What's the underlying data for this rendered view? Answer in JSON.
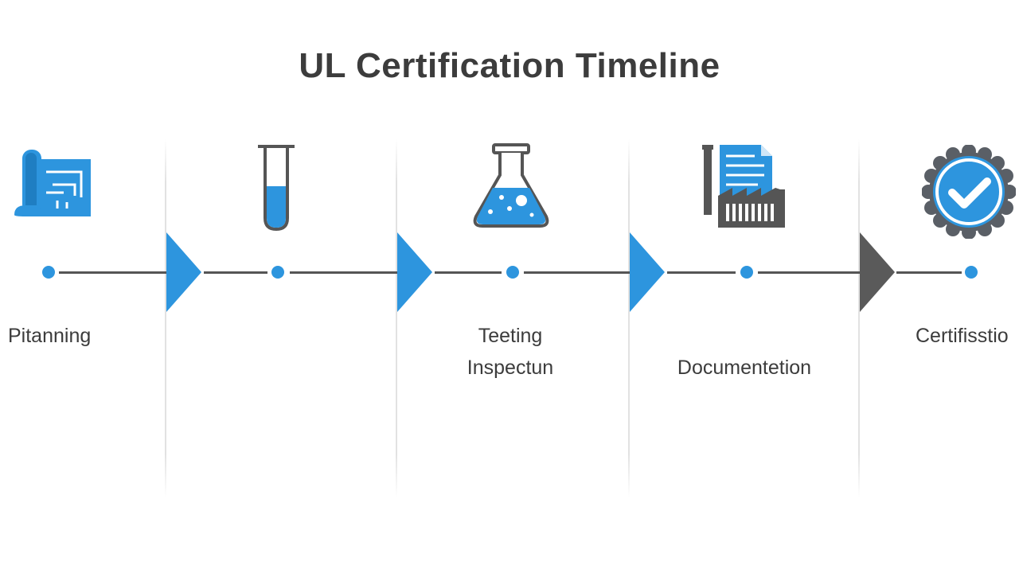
{
  "title": "UL Certification Timeline",
  "colors": {
    "accent": "#2d95de",
    "dark": "#555555",
    "text": "#3c3c3c"
  },
  "stages": [
    {
      "icon": "blueprint-icon",
      "labels": [
        "Pitanning"
      ]
    },
    {
      "icon": "test-tube-icon",
      "labels": []
    },
    {
      "icon": "flask-icon",
      "labels": [
        "Teeting",
        "Inspectun"
      ]
    },
    {
      "icon": "factory-document-icon",
      "labels": [
        "Documentetion"
      ]
    },
    {
      "icon": "checkmark-badge-icon",
      "labels": [
        "Certifisstio"
      ]
    }
  ]
}
